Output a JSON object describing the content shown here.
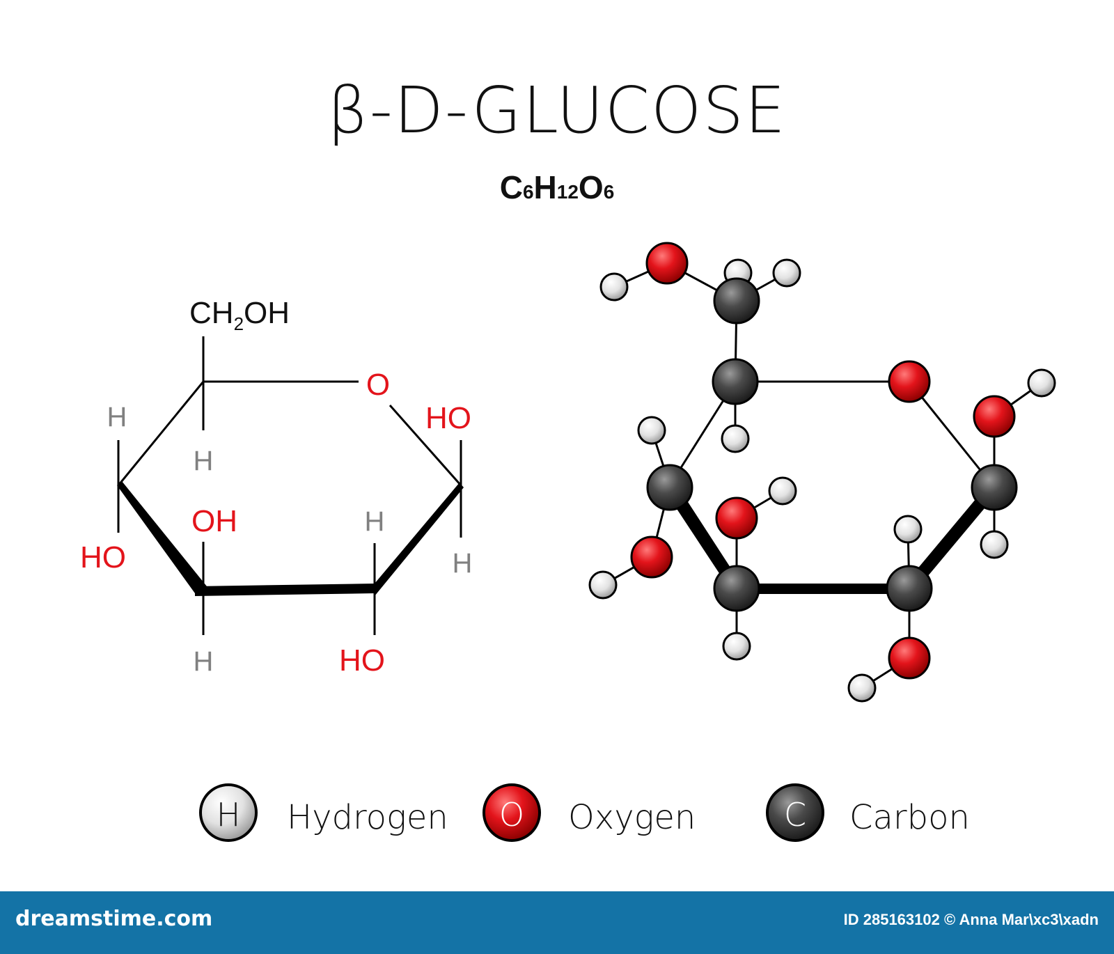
{
  "header": {
    "title": "β-D-GLUCOSE",
    "formula_parts": [
      "C",
      "6",
      "H",
      "12",
      "O",
      "6"
    ]
  },
  "haworth": {
    "top_group": {
      "main": "CH",
      "sub": "2",
      "tail": "OH"
    },
    "ring_oxygen": "O",
    "labels": {
      "c1_up": "HO",
      "c1_down": "H",
      "c2_up": "H",
      "c2_down": "HO",
      "c3_up": "OH",
      "c3_down": "H",
      "c4_up": "H",
      "c4_down": "HO",
      "c5_down": "H"
    }
  },
  "legend": [
    {
      "symbol": "H",
      "name": "Hydrogen"
    },
    {
      "symbol": "O",
      "name": "Oxygen"
    },
    {
      "symbol": "C",
      "name": "Carbon"
    }
  ],
  "colors": {
    "hydrogen": "#e0e0e0",
    "oxygen": "#e3141b",
    "carbon": "#4a4a4a",
    "label_red": "#e3141b",
    "label_gray": "#808080",
    "footer": "#1473a6"
  },
  "footer": {
    "logo": "dreamstime.com",
    "credit": "ID 285163102 © Anna Mar\\xc3\\xadn"
  }
}
